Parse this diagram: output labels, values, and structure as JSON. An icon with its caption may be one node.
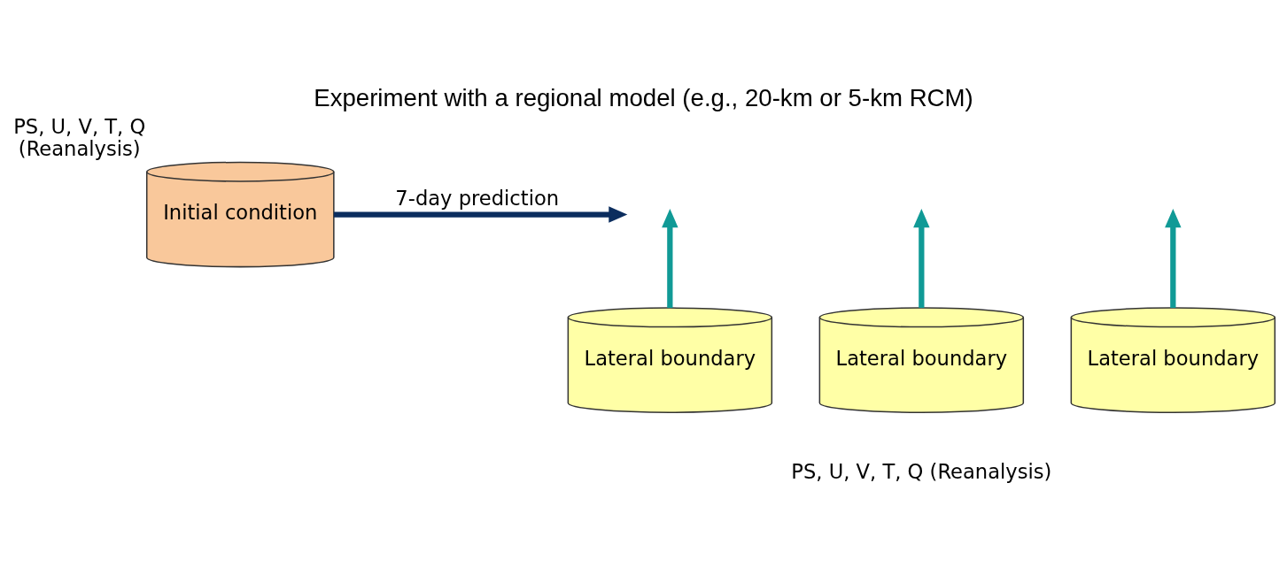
{
  "diagram": {
    "title": "Experiment with a regional model (e.g., 20-km or 5-km RCM)",
    "nodes": [
      {
        "text": [
          "Initial condition"
        ],
        "beside": [
          "PS, U, V, T, Q",
          "(Reanalysis)"
        ]
      },
      {
        "text": [
          "Lateral boundary"
        ]
      },
      {
        "text": [
          "Lateral boundary"
        ]
      },
      {
        "text": [
          "Lateral boundary"
        ]
      }
    ],
    "edges": [
      {
        "from": 0,
        "to": null,
        "arrow": "to",
        "label": "7-day prediction",
        "color": "#0b2d5e"
      },
      {
        "from": 1,
        "to": null,
        "arrow": "to"
      },
      {
        "from": 2,
        "to": null,
        "arrow": "to"
      },
      {
        "from": 3,
        "to": null,
        "arrow": "to"
      }
    ],
    "labels": [
      "PS, U, V, T, Q (Reanalysis)"
    ]
  }
}
